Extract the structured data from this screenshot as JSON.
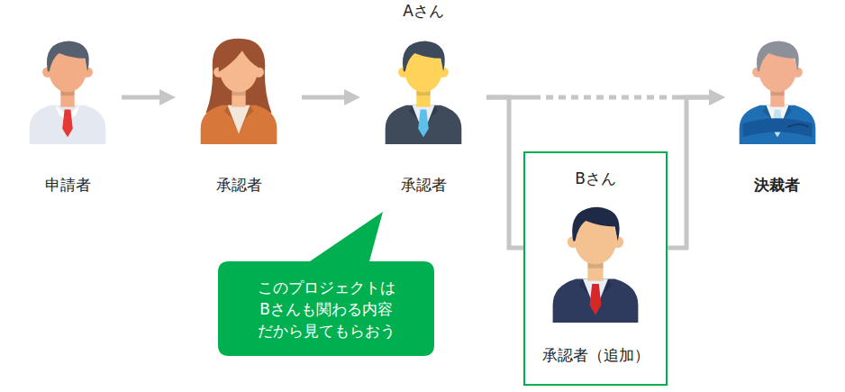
{
  "diagram": {
    "nodes": [
      {
        "text": [
          "申請者"
        ]
      },
      {
        "text": [
          "承認者"
        ]
      },
      {
        "text": [
          "Aさん",
          "承認者"
        ]
      },
      {
        "text": [
          "決裁者"
        ]
      },
      {
        "text": [
          "Bさん",
          "承認者（追加）"
        ]
      },
      {
        "text": [
          "このプロジェクトは Bさんも関わる内容 だから見てもらおう"
        ]
      }
    ],
    "edges": [
      {
        "from": 0,
        "to": 1,
        "arrow": "to"
      },
      {
        "from": 1,
        "to": 2,
        "arrow": "to"
      },
      {
        "from": 2,
        "to": 3,
        "arrow": "to"
      },
      {
        "from": 2,
        "to": 4,
        "arrow": "to"
      },
      {
        "from": 4,
        "to": 3,
        "arrow": "to"
      }
    ]
  }
}
